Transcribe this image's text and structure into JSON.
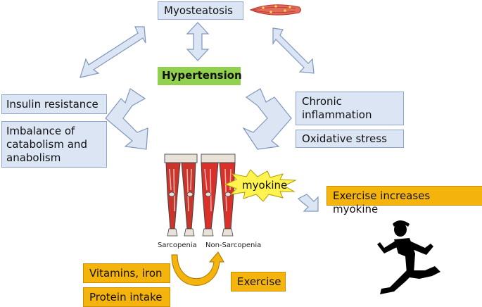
{
  "center": {
    "label": "Hypertension"
  },
  "top": {
    "label": "Myosteatosis"
  },
  "left": {
    "insulin": "Insulin resistance",
    "imbalance_line1": "Imbalance of",
    "imbalance_line2": "catabolism and",
    "imbalance_line3": "anabolism"
  },
  "right": {
    "chronic_line1": "Chronic",
    "chronic_line2": "inflammation",
    "oxidative": "Oxidative stress"
  },
  "myokine": {
    "label": "myokine"
  },
  "exercise_box": {
    "label": "Exercise increases myokine"
  },
  "legs": {
    "left_caption": "Sarcopenia",
    "right_caption": "Non-Sarcopenia"
  },
  "interventions": {
    "vitamins": "Vitamins, iron",
    "protein": "Protein intake",
    "exercise": "Exercise"
  },
  "colors": {
    "box_blue": "#dbe5f3",
    "arrow_blue": "#dbe5f3",
    "accent_orange": "#f5b40b",
    "hypertension_green": "#92d050",
    "muscle_red": "#d9302a",
    "star_yellow": "#fff44f"
  },
  "icons": [
    "muscle-fiber-icon",
    "legs-illustration",
    "runner-silhouette-icon",
    "curved-arrow-icon"
  ]
}
